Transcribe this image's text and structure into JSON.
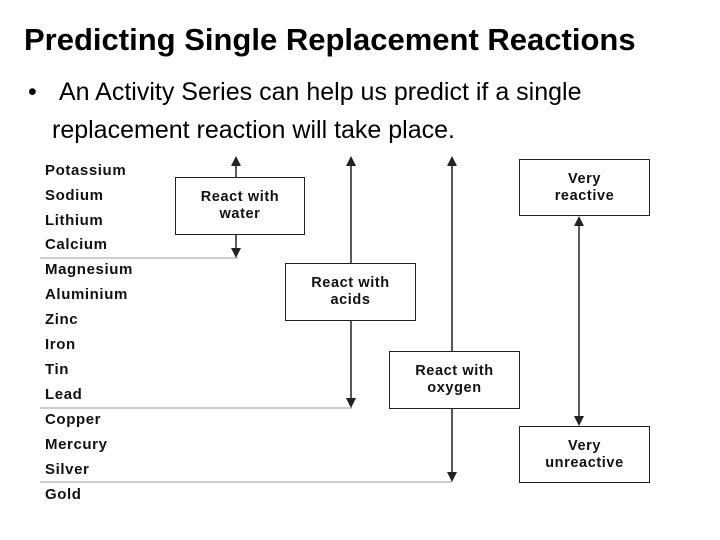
{
  "slide": {
    "title": "Predicting Single Replacement Reactions",
    "bullet_symbol": "•",
    "bullet_line1": "An Activity Series can help us predict if a single",
    "bullet_line2": "replacement reaction will take place."
  },
  "metals": [
    "Potassium",
    "Sodium",
    "Lithium",
    "Calcium",
    "Magnesium",
    "Aluminium",
    "Zinc",
    "Iron",
    "Tin",
    "Lead",
    "Copper",
    "Mercury",
    "Silver",
    "Gold"
  ],
  "boxes": {
    "water": "React with\nwater",
    "acids": "React with\nacids",
    "oxygen": "React with\noxygen",
    "very_reactive": "Very\nreactive",
    "very_unreactive": "Very\nunreactive"
  },
  "colors": {
    "line": "#222222",
    "separator": "#9a9a9a"
  }
}
